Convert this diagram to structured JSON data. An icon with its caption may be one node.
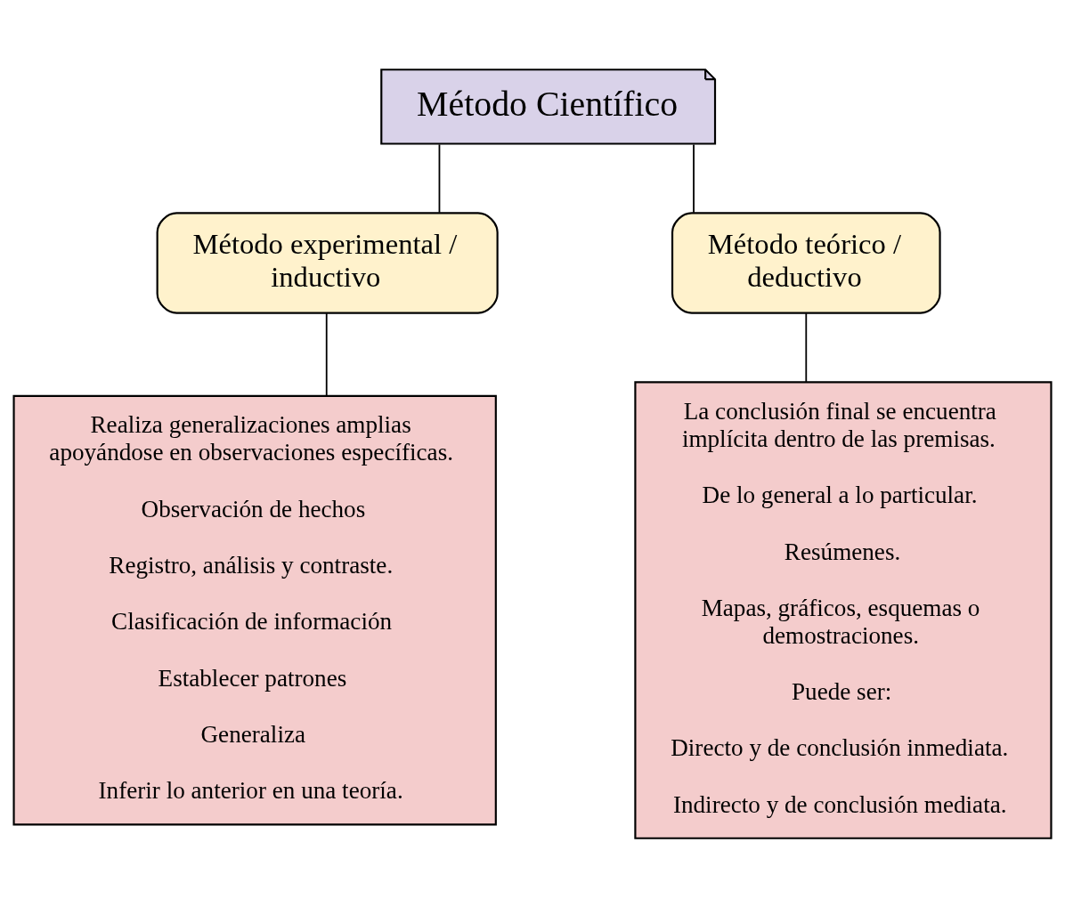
{
  "diagram": {
    "nodes": [
      {
        "text": [
          "Método Científico"
        ]
      },
      {
        "text": [
          "Método experimental / inductivo"
        ]
      },
      {
        "text": [
          "Método teórico / deductivo"
        ]
      },
      {
        "text": [
          "Realiza generalizaciones amplias apoyándose en observaciones específicas.",
          "Observación de hechos",
          "Registro, análisis y contraste.",
          "Clasificación de información",
          "Establecer patrones",
          "Generaliza",
          "Inferir lo anterior en una teoría."
        ]
      },
      {
        "text": [
          "La conclusión final se encuentra implícita dentro de las premisas.",
          "De lo general a lo particular.",
          "Resúmenes.",
          "Mapas, gráficos, esquemas o demostraciones.",
          "Puede ser:",
          "Directo y de conclusión inmediata.",
          "Indirecto y de conclusión mediata."
        ]
      }
    ],
    "edges": [
      {
        "from": 0,
        "to": 1,
        "arrow": "none"
      },
      {
        "from": 0,
        "to": 2,
        "arrow": "none"
      },
      {
        "from": 1,
        "to": 3,
        "arrow": "none"
      },
      {
        "from": 2,
        "to": 4,
        "arrow": "none"
      }
    ]
  }
}
